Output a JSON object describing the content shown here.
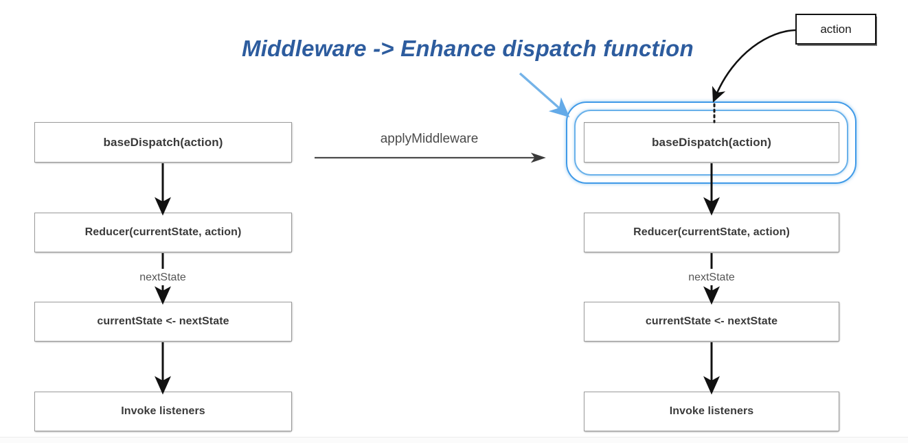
{
  "diagram": {
    "title": "Middleware -> Enhance dispatch function",
    "title_color": "#2d5c9e",
    "accent_color": "#3f9ae8",
    "action_note": "action",
    "transform_label": "applyMiddleware",
    "left_flow": {
      "steps": [
        "baseDispatch(action)",
        "Reducer(currentState, action)",
        "currentState <- nextState",
        "Invoke listeners"
      ],
      "edge_labels": [
        "",
        "nextState",
        ""
      ]
    },
    "right_flow": {
      "steps": [
        "baseDispatch(action)",
        "Reducer(currentState, action)",
        "currentState <- nextState",
        "Invoke listeners"
      ],
      "edge_labels": [
        "",
        "nextState",
        ""
      ]
    }
  }
}
